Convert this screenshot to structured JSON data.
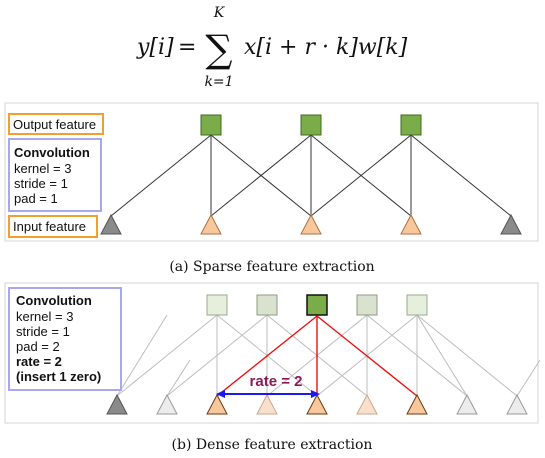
{
  "equation": {
    "lhs": "y[i]",
    "equals": "=",
    "sum_upper": "K",
    "sum_symbol": "∑",
    "sum_lower": "k=1",
    "rhs": "x[i + r · k]w[k]"
  },
  "panel_a": {
    "output_label": "Output feature",
    "input_label": "Input feature",
    "conv_title": "Convolution",
    "conv_lines": [
      "kernel = 3",
      "stride = 1",
      "pad = 1"
    ],
    "caption": "(a) Sparse feature extraction"
  },
  "panel_b": {
    "conv_title": "Convolution",
    "conv_lines": [
      "kernel = 3",
      "stride = 1",
      "pad = 2"
    ],
    "rate_lines": [
      "rate = 2",
      "(insert 1 zero)"
    ],
    "rate_annotation": "rate = 2",
    "caption": "(b) Dense feature extraction"
  },
  "colors": {
    "label_border": "#f0a030",
    "conv_border": "#a8a8f0",
    "conv_title": "#6a0dad",
    "rate_text": "#ee1111",
    "output_green": "#7aad4a",
    "input_orange": "#f8c89c",
    "pad_gray": "#8a8a8a",
    "red_line": "#ee1111",
    "blue_arrow": "#1a1aee",
    "rate_annotation": "#8b1a5a"
  }
}
